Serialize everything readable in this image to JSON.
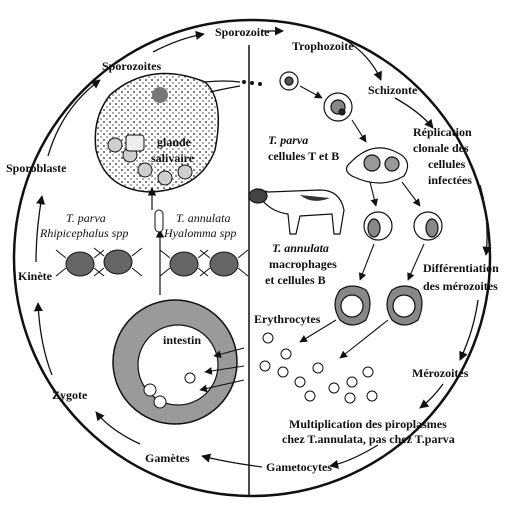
{
  "labels": {
    "sporozoite_top": "Sporozoite",
    "sporozoites": "Sporozoites",
    "trophozoite": "Trophozoite",
    "schizonte": "Schizonte",
    "replication": [
      "Réplication",
      "clonale des",
      "cellules",
      "infectées"
    ],
    "glande": [
      "glande",
      "salivaire"
    ],
    "sporoblaste": "Sporoblaste",
    "t_parva_cells": [
      "T. parva",
      "cellules T et B"
    ],
    "t_parva_tick": [
      "T. parva",
      "Rhipicephalus spp"
    ],
    "t_annulata_tick": [
      "T. annulata",
      "Hyalomma spp"
    ],
    "t_annulata_cells": [
      "T. annulata",
      "macrophages",
      "et cellules B"
    ],
    "differentiation": [
      "Différentiation",
      "des mérozoites"
    ],
    "kinete": "Kinète",
    "erythrocytes": "Erythrocytes",
    "intestin": "intestin",
    "zygote": "Zygote",
    "merozoites": "Mérozoites",
    "multiplication": [
      "Multiplication des piroplasmes",
      "chez T.annulata, pas chez T.parva"
    ],
    "gametes": "Gamètes",
    "gametocytes": "Gametocytes"
  }
}
